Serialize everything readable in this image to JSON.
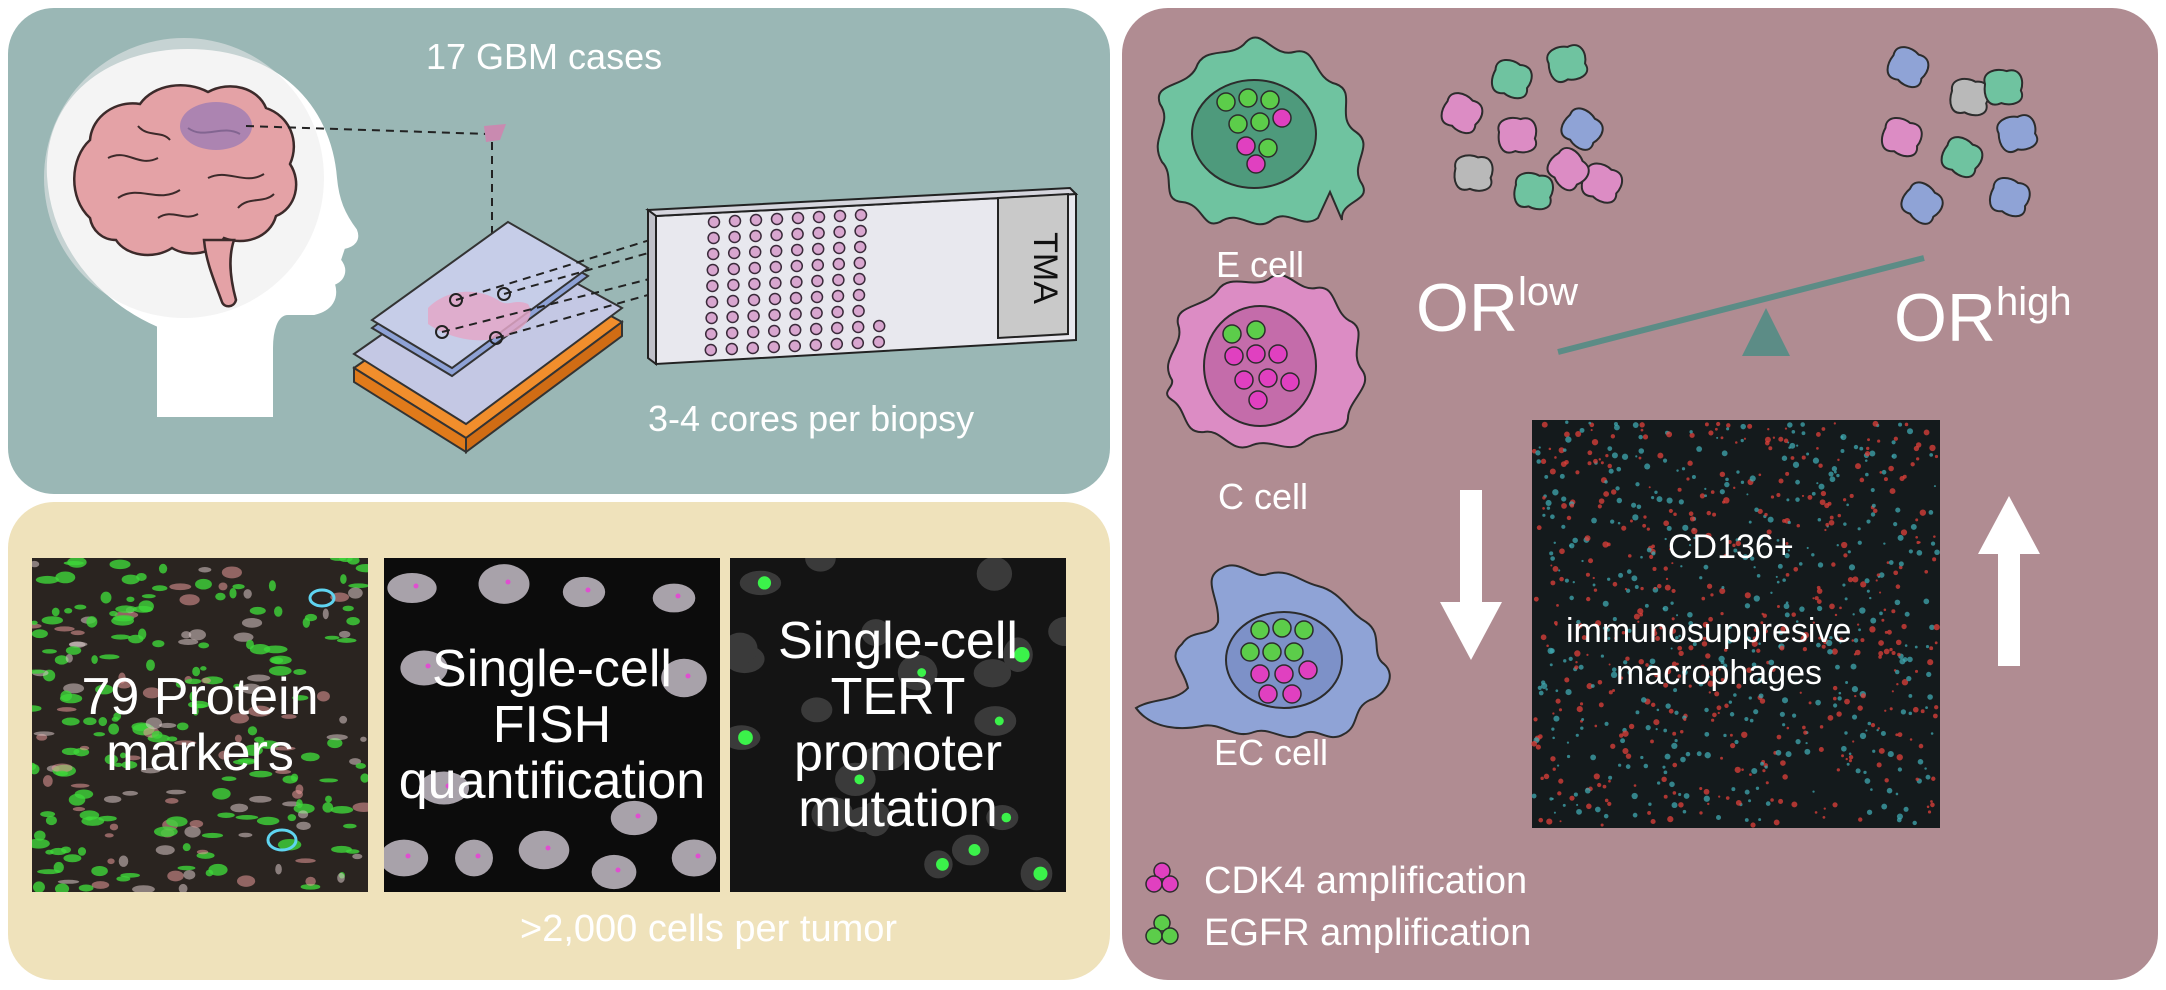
{
  "top_panel": {
    "title": "17 GBM cases",
    "caption": "3-4 cores per biopsy",
    "tma_label": "TMA"
  },
  "bottom_panel": {
    "tiles": [
      {
        "line1": "79 Protein",
        "line2": "markers",
        "line3": ""
      },
      {
        "line1": "Single-cell",
        "line2": "FISH",
        "line3": "quantification"
      },
      {
        "line1": "Single-cell",
        "line2": "TERT",
        "line3": "promoter",
        "line4": "mutation"
      }
    ],
    "caption": ">2,000 cells per tumor"
  },
  "right_panel": {
    "cells": [
      {
        "label": "E cell"
      },
      {
        "label": "C cell"
      },
      {
        "label": "EC cell"
      }
    ],
    "or_low": {
      "base": "OR",
      "sup": "low"
    },
    "or_high": {
      "base": "OR",
      "sup": "high"
    },
    "macrophage_box": {
      "line1": "CD136+",
      "line2": "immunosuppresive",
      "line3": "macrophages"
    },
    "legend": [
      {
        "label": "CDK4 amplification",
        "color": "#e040c0"
      },
      {
        "label": "EGFR amplification",
        "color": "#5ccd4a"
      }
    ]
  },
  "colors": {
    "top_panel_bg": "#9ab7b5",
    "bottom_panel_bg": "#efe2bb",
    "right_panel_bg": "#b08c92",
    "e_cell": "#6fc3a0",
    "c_cell": "#dc8cc4",
    "ec_cell": "#8fa3d6"
  }
}
